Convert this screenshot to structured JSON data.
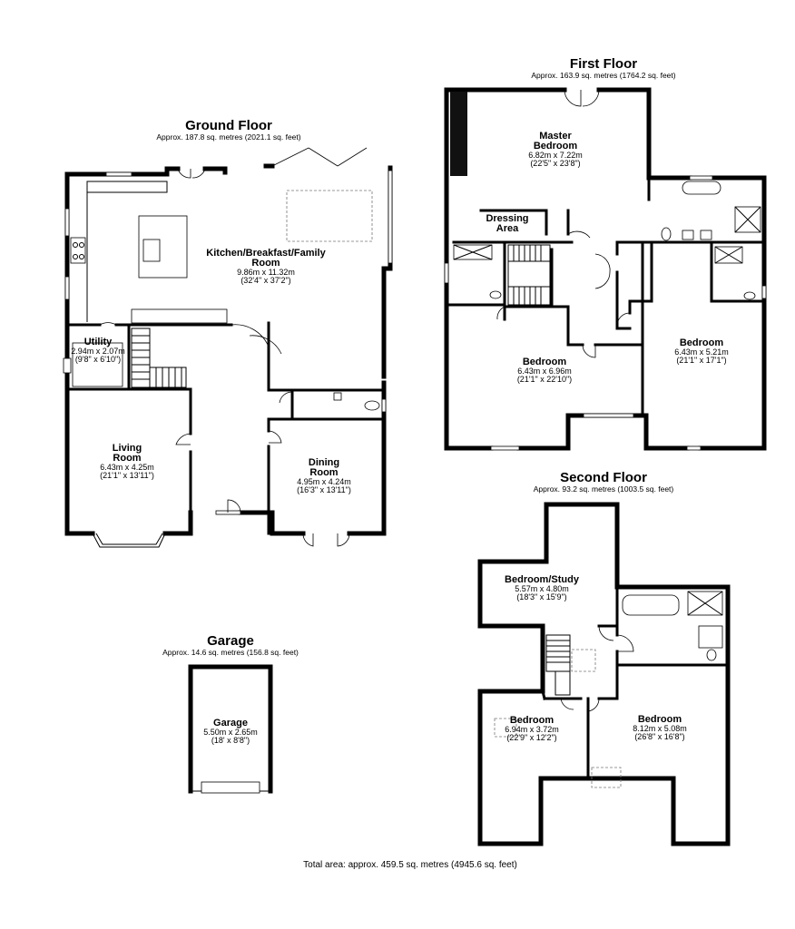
{
  "floors": {
    "ground": {
      "title": "Ground Floor",
      "area": "Approx. 187.8 sq. metres (2021.1 sq. feet)",
      "rooms": {
        "kitchen": {
          "name1": "Kitchen/Breakfast/Family",
          "name2": "Room",
          "dim_m": "9.86m x 11.32m",
          "dim_ft": "(32'4\" x 37'2\")"
        },
        "utility": {
          "name1": "Utility",
          "dim_m": "2.94m x 2.07m",
          "dim_ft": "(9'8\" x 6'10\")"
        },
        "living": {
          "name1": "Living",
          "name2": "Room",
          "dim_m": "6.43m x 4.25m",
          "dim_ft": "(21'1\" x 13'11\")"
        },
        "dining": {
          "name1": "Dining",
          "name2": "Room",
          "dim_m": "4.95m x 4.24m",
          "dim_ft": "(16'3\" x 13'11\")"
        }
      }
    },
    "first": {
      "title": "First Floor",
      "area": "Approx. 163.9 sq. metres (1764.2 sq. feet)",
      "rooms": {
        "master": {
          "name1": "Master",
          "name2": "Bedroom",
          "dim_m": "6.82m x 7.22m",
          "dim_ft": "(22'5\" x 23'8\")"
        },
        "dressing": {
          "name1": "Dressing",
          "name2": "Area"
        },
        "bed_left": {
          "name1": "Bedroom",
          "dim_m": "6.43m x 6.96m",
          "dim_ft": "(21'1\" x 22'10\")"
        },
        "bed_right": {
          "name1": "Bedroom",
          "dim_m": "6.43m x 5.21m",
          "dim_ft": "(21'1\" x 17'1\")"
        }
      }
    },
    "second": {
      "title": "Second Floor",
      "area": "Approx. 93.2 sq. metres (1003.5 sq. feet)",
      "rooms": {
        "study": {
          "name1": "Bedroom/Study",
          "dim_m": "5.57m x 4.80m",
          "dim_ft": "(18'3\" x 15'9\")"
        },
        "bed_left": {
          "name1": "Bedroom",
          "dim_m": "6.94m x 3.72m",
          "dim_ft": "(22'9\" x 12'2\")"
        },
        "bed_right": {
          "name1": "Bedroom",
          "dim_m": "8.12m x 5.08m",
          "dim_ft": "(26'8\" x 16'8\")"
        }
      }
    },
    "garage": {
      "title": "Garage",
      "area": "Approx. 14.6 sq. metres (156.8 sq. feet)",
      "rooms": {
        "garage": {
          "name1": "Garage",
          "dim_m": "5.50m x 2.65m",
          "dim_ft": "(18' x 8'8\")"
        }
      }
    }
  },
  "total": "Total area: approx. 459.5 sq. metres (4945.6 sq. feet)"
}
